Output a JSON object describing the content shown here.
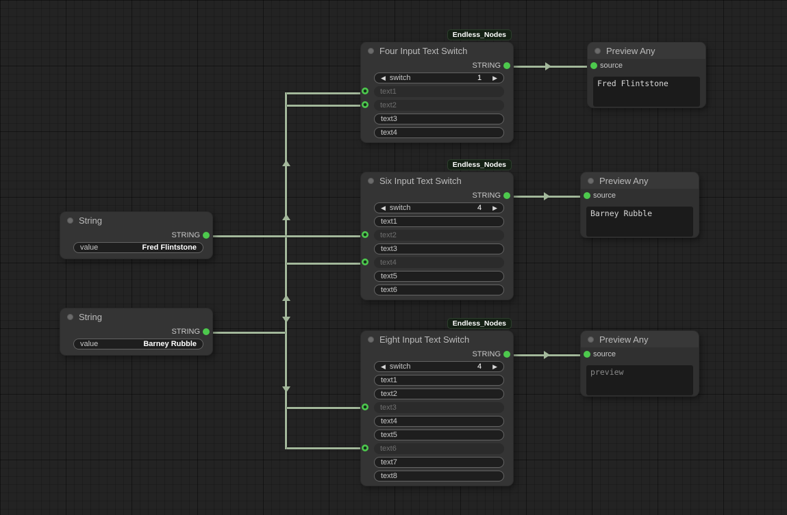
{
  "colors": {
    "canvas_bg": "#232323",
    "node_bg": "#343434",
    "node_title": "#bcbcbc",
    "widget_bg": "#1e1e1e",
    "widget_border": "#646464",
    "widget_text": "#c9c9c9",
    "widget_value": "#ffffff",
    "muted_text": "#6f6f6f",
    "wire": "#a3b89b",
    "socket_green": "#4dc94d",
    "preview_bg": "#1b1b1b",
    "preview_text": "#d8d8d8",
    "preview_placeholder": "#8a8a8a",
    "badge_bg": "#142014",
    "badge_text": "#ffffff"
  },
  "icons": {
    "arrow_left": "◀",
    "arrow_right": "▶"
  },
  "badge_label": "Endless_Nodes",
  "string_nodes": [
    {
      "title": "String",
      "output_label": "STRING",
      "widget_label": "value",
      "widget_value": "Fred Flintstone"
    },
    {
      "title": "String",
      "output_label": "STRING",
      "widget_label": "value",
      "widget_value": "Barney Rubble"
    }
  ],
  "switch_nodes": [
    {
      "title": "Four Input Text Switch",
      "output_label": "STRING",
      "switch_widget": {
        "label": "switch",
        "value": "1"
      },
      "inputs": [
        {
          "name": "text1",
          "connected": true
        },
        {
          "name": "text2",
          "connected": true
        },
        {
          "name": "text3",
          "connected": false
        },
        {
          "name": "text4",
          "connected": false
        }
      ]
    },
    {
      "title": "Six Input Text Switch",
      "output_label": "STRING",
      "switch_widget": {
        "label": "switch",
        "value": "4"
      },
      "inputs": [
        {
          "name": "text1",
          "connected": false
        },
        {
          "name": "text2",
          "connected": true
        },
        {
          "name": "text3",
          "connected": false
        },
        {
          "name": "text4",
          "connected": true
        },
        {
          "name": "text5",
          "connected": false
        },
        {
          "name": "text6",
          "connected": false
        }
      ]
    },
    {
      "title": "Eight Input Text Switch",
      "output_label": "STRING",
      "switch_widget": {
        "label": "switch",
        "value": "4"
      },
      "inputs": [
        {
          "name": "text1",
          "connected": false
        },
        {
          "name": "text2",
          "connected": false
        },
        {
          "name": "text3",
          "connected": true
        },
        {
          "name": "text4",
          "connected": false
        },
        {
          "name": "text5",
          "connected": false
        },
        {
          "name": "text6",
          "connected": true
        },
        {
          "name": "text7",
          "connected": false
        },
        {
          "name": "text8",
          "connected": false
        }
      ]
    }
  ],
  "preview_nodes": [
    {
      "title": "Preview Any",
      "input_label": "source",
      "content": "Fred Flintstone"
    },
    {
      "title": "Preview Any",
      "input_label": "source",
      "content": "Barney Rubble"
    },
    {
      "title": "Preview Any",
      "input_label": "source",
      "content": "preview"
    }
  ]
}
